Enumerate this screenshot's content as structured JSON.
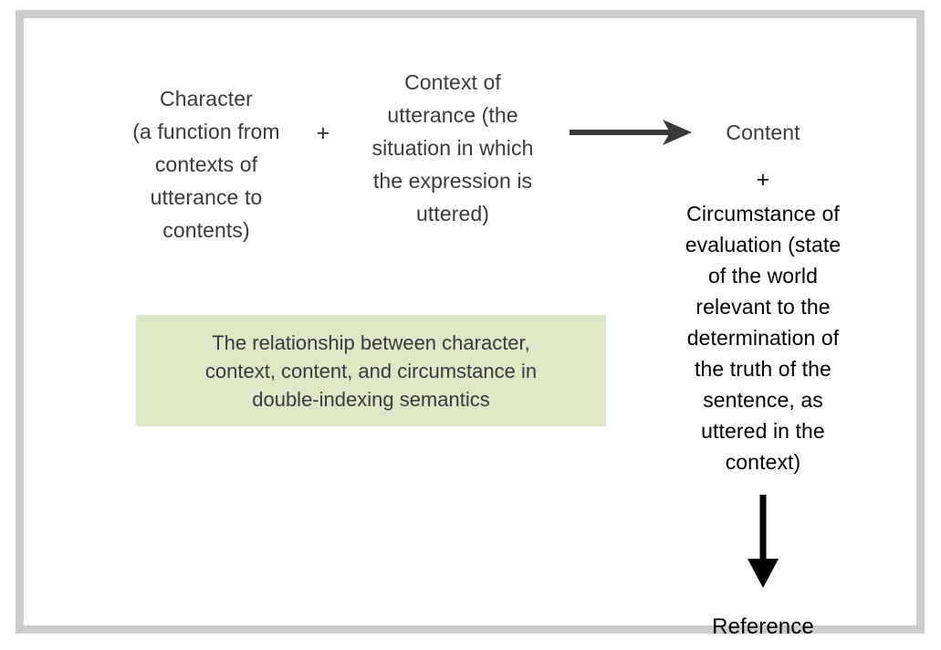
{
  "figure": {
    "title": "Double-indexing semantics diagram",
    "frame_color": "#cccccc",
    "background": "#ffffff",
    "nodes": {
      "character": "Character\n(a function from\ncontexts of\nutterance to\ncontents)",
      "plus_1": "+",
      "context": "Context of\nutterance (the\nsituation in which\nthe expression is\nuttered)",
      "content": "Content",
      "plus_2": "+",
      "circumstance": "Circumstance of\nevaluation (state\nof the world\nrelevant to the\ndetermination of\nthe truth of the\nsentence, as\nuttered in the\ncontext)",
      "reference": "Reference"
    },
    "arrows": {
      "horizontal": "arrow-right",
      "vertical": "arrow-down",
      "color": "#3a3a3a",
      "vertical_color": "#000000"
    },
    "caption": {
      "text": "The relationship between character,\ncontext, content, and circumstance in\ndouble-indexing semantics",
      "background_color": "#dde9c6",
      "text_color": "#3a3a3a"
    }
  }
}
